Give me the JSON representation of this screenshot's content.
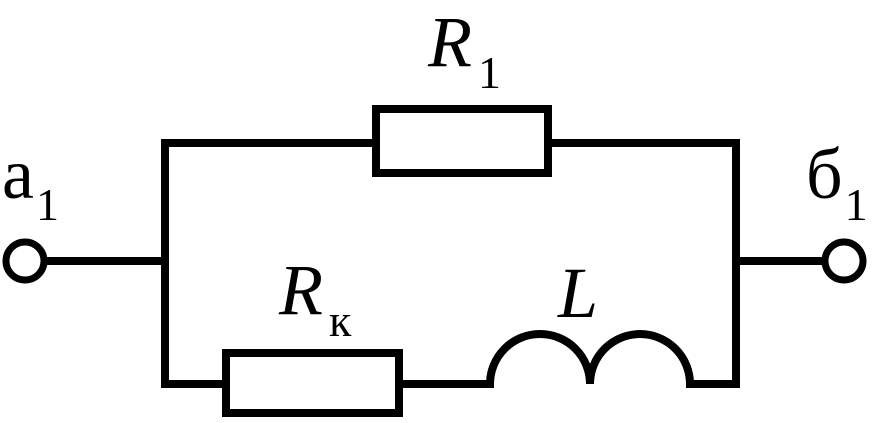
{
  "diagram": {
    "labels": {
      "r1": {
        "main": "R",
        "sub": "1"
      },
      "rk": {
        "main": "R",
        "sub": "к"
      },
      "l": {
        "main": "L"
      },
      "a1": {
        "main": "а",
        "sub": "1"
      },
      "b1": {
        "main": "б",
        "sub": "1"
      }
    }
  }
}
